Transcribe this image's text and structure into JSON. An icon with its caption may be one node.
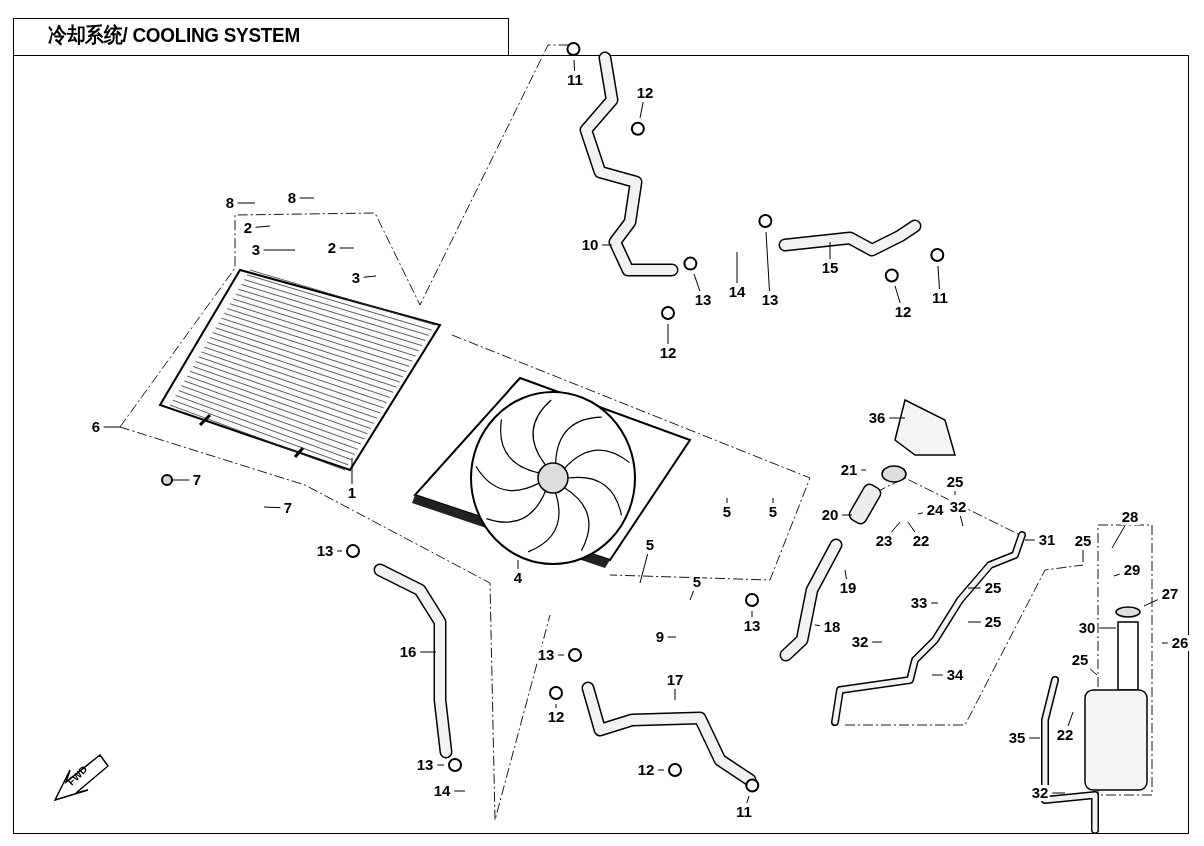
{
  "diagram": {
    "title": "冷却系统/ COOLING SYSTEM",
    "nodes": [
      {
        "text": [
          "11"
        ]
      },
      {
        "text": [
          "12"
        ]
      },
      {
        "text": [
          "8"
        ]
      },
      {
        "text": [
          "8"
        ]
      },
      {
        "text": [
          "2"
        ]
      },
      {
        "text": [
          "2"
        ]
      },
      {
        "text": [
          "3"
        ]
      },
      {
        "text": [
          "3"
        ]
      },
      {
        "text": [
          "10"
        ]
      },
      {
        "text": [
          "13"
        ]
      },
      {
        "text": [
          "14"
        ]
      },
      {
        "text": [
          "13"
        ]
      },
      {
        "text": [
          "15"
        ]
      },
      {
        "text": [
          "12"
        ]
      },
      {
        "text": [
          "12"
        ]
      },
      {
        "text": [
          "11"
        ]
      },
      {
        "text": [
          "36"
        ]
      },
      {
        "text": [
          "6"
        ]
      },
      {
        "text": [
          "21"
        ]
      },
      {
        "text": [
          "25"
        ]
      },
      {
        "text": [
          "7"
        ]
      },
      {
        "text": [
          "1"
        ]
      },
      {
        "text": [
          "7"
        ]
      },
      {
        "text": [
          "20"
        ]
      },
      {
        "text": [
          "24"
        ]
      },
      {
        "text": [
          "5"
        ]
      },
      {
        "text": [
          "5"
        ]
      },
      {
        "text": [
          "32"
        ]
      },
      {
        "text": [
          "31"
        ]
      },
      {
        "text": [
          "28"
        ]
      },
      {
        "text": [
          "25"
        ]
      },
      {
        "text": [
          "5"
        ]
      },
      {
        "text": [
          "13"
        ]
      },
      {
        "text": [
          "23"
        ]
      },
      {
        "text": [
          "22"
        ]
      },
      {
        "text": [
          "29"
        ]
      },
      {
        "text": [
          "5"
        ]
      },
      {
        "text": [
          "19"
        ]
      },
      {
        "text": [
          "25"
        ]
      },
      {
        "text": [
          "4"
        ]
      },
      {
        "text": [
          "27"
        ]
      },
      {
        "text": [
          "33"
        ]
      },
      {
        "text": [
          "13"
        ]
      },
      {
        "text": [
          "18"
        ]
      },
      {
        "text": [
          "25"
        ]
      },
      {
        "text": [
          "9"
        ]
      },
      {
        "text": [
          "30"
        ]
      },
      {
        "text": [
          "26"
        ]
      },
      {
        "text": [
          "16"
        ]
      },
      {
        "text": [
          "13"
        ]
      },
      {
        "text": [
          "32"
        ]
      },
      {
        "text": [
          "25"
        ]
      },
      {
        "text": [
          "17"
        ]
      },
      {
        "text": [
          "34"
        ]
      },
      {
        "text": [
          "12"
        ]
      },
      {
        "text": [
          "22"
        ]
      },
      {
        "text": [
          "35"
        ]
      },
      {
        "text": [
          "12"
        ]
      },
      {
        "text": [
          "13"
        ]
      },
      {
        "text": [
          "14"
        ]
      },
      {
        "text": [
          "11"
        ]
      },
      {
        "text": [
          "32"
        ]
      },
      {
        "text": [],
        "shape": "circle"
      }
    ],
    "edges": [
      {
        "from": 0,
        "to": null,
        "arrow": "none"
      },
      {
        "from": 1,
        "to": null,
        "arrow": "none"
      },
      {
        "from": 2,
        "to": null,
        "arrow": "none"
      },
      {
        "from": 3,
        "to": null,
        "arrow": "none"
      },
      {
        "from": 4,
        "to": null,
        "arrow": "none"
      },
      {
        "from": 5,
        "to": null,
        "arrow": "none"
      },
      {
        "from": 6,
        "to": null,
        "arrow": "none"
      },
      {
        "from": 7,
        "to": null,
        "arrow": "none"
      },
      {
        "from": 8,
        "to": null,
        "arrow": "none"
      },
      {
        "from": 9,
        "to": null,
        "arrow": "none"
      },
      {
        "from": 10,
        "to": null,
        "arrow": "none"
      },
      {
        "from": 11,
        "to": null,
        "arrow": "none"
      },
      {
        "from": 12,
        "to": null,
        "arrow": "none"
      },
      {
        "from": 13,
        "to": null,
        "arrow": "none"
      },
      {
        "from": 14,
        "to": null,
        "arrow": "none"
      },
      {
        "from": 15,
        "to": null,
        "arrow": "none"
      },
      {
        "from": 16,
        "to": null,
        "arrow": "none"
      },
      {
        "from": 17,
        "to": null,
        "arrow": "none"
      },
      {
        "from": 18,
        "to": null,
        "arrow": "none"
      },
      {
        "from": 19,
        "to": null,
        "arrow": "none"
      },
      {
        "from": 20,
        "to": 62,
        "arrow": "none"
      },
      {
        "from": 21,
        "to": null,
        "arrow": "none"
      },
      {
        "from": 22,
        "to": null,
        "arrow": "none"
      },
      {
        "from": 23,
        "to": null,
        "arrow": "none"
      },
      {
        "from": 24,
        "to": null,
        "arrow": "none"
      },
      {
        "from": 25,
        "to": null,
        "arrow": "none"
      },
      {
        "from": 26,
        "to": null,
        "arrow": "none"
      },
      {
        "from": 27,
        "to": null,
        "arrow": "none"
      },
      {
        "from": 28,
        "to": null,
        "arrow": "none"
      },
      {
        "from": 29,
        "to": null,
        "arrow": "none"
      },
      {
        "from": 30,
        "to": null,
        "arrow": "none"
      },
      {
        "from": 31,
        "to": null,
        "arrow": "none"
      },
      {
        "from": 32,
        "to": null,
        "arrow": "none"
      },
      {
        "from": 33,
        "to": null,
        "arrow": "none"
      },
      {
        "from": 34,
        "to": null,
        "arrow": "none"
      },
      {
        "from": 35,
        "to": null,
        "arrow": "none"
      },
      {
        "from": 36,
        "to": null,
        "arrow": "none"
      },
      {
        "from": 37,
        "to": null,
        "arrow": "none"
      },
      {
        "from": 38,
        "to": null,
        "arrow": "none"
      },
      {
        "from": 39,
        "to": null,
        "arrow": "none"
      },
      {
        "from": 40,
        "to": null,
        "arrow": "none"
      },
      {
        "from": 41,
        "to": null,
        "arrow": "none"
      },
      {
        "from": 42,
        "to": null,
        "arrow": "none"
      },
      {
        "from": 43,
        "to": null,
        "arrow": "none"
      },
      {
        "from": 44,
        "to": null,
        "arrow": "none"
      },
      {
        "from": 45,
        "to": null,
        "arrow": "none"
      },
      {
        "from": 46,
        "to": null,
        "arrow": "none"
      },
      {
        "from": 47,
        "to": null,
        "arrow": "none"
      },
      {
        "from": 48,
        "to": null,
        "arrow": "none"
      },
      {
        "from": 49,
        "to": null,
        "arrow": "none"
      },
      {
        "from": 50,
        "to": null,
        "arrow": "none"
      },
      {
        "from": 51,
        "to": null,
        "arrow": "none"
      },
      {
        "from": 52,
        "to": null,
        "arrow": "none"
      },
      {
        "from": 53,
        "to": null,
        "arrow": "none"
      },
      {
        "from": 54,
        "to": null,
        "arrow": "none"
      },
      {
        "from": 55,
        "to": null,
        "arrow": "none"
      },
      {
        "from": 56,
        "to": null,
        "arrow": "none"
      },
      {
        "from": 57,
        "to": null,
        "arrow": "none"
      },
      {
        "from": 58,
        "to": null,
        "arrow": "none"
      },
      {
        "from": 59,
        "to": null,
        "arrow": "none"
      },
      {
        "from": 60,
        "to": null,
        "arrow": "none"
      },
      {
        "from": 61,
        "to": null,
        "arrow": "none"
      }
    ],
    "labels": [
      "FWD"
    ]
  }
}
